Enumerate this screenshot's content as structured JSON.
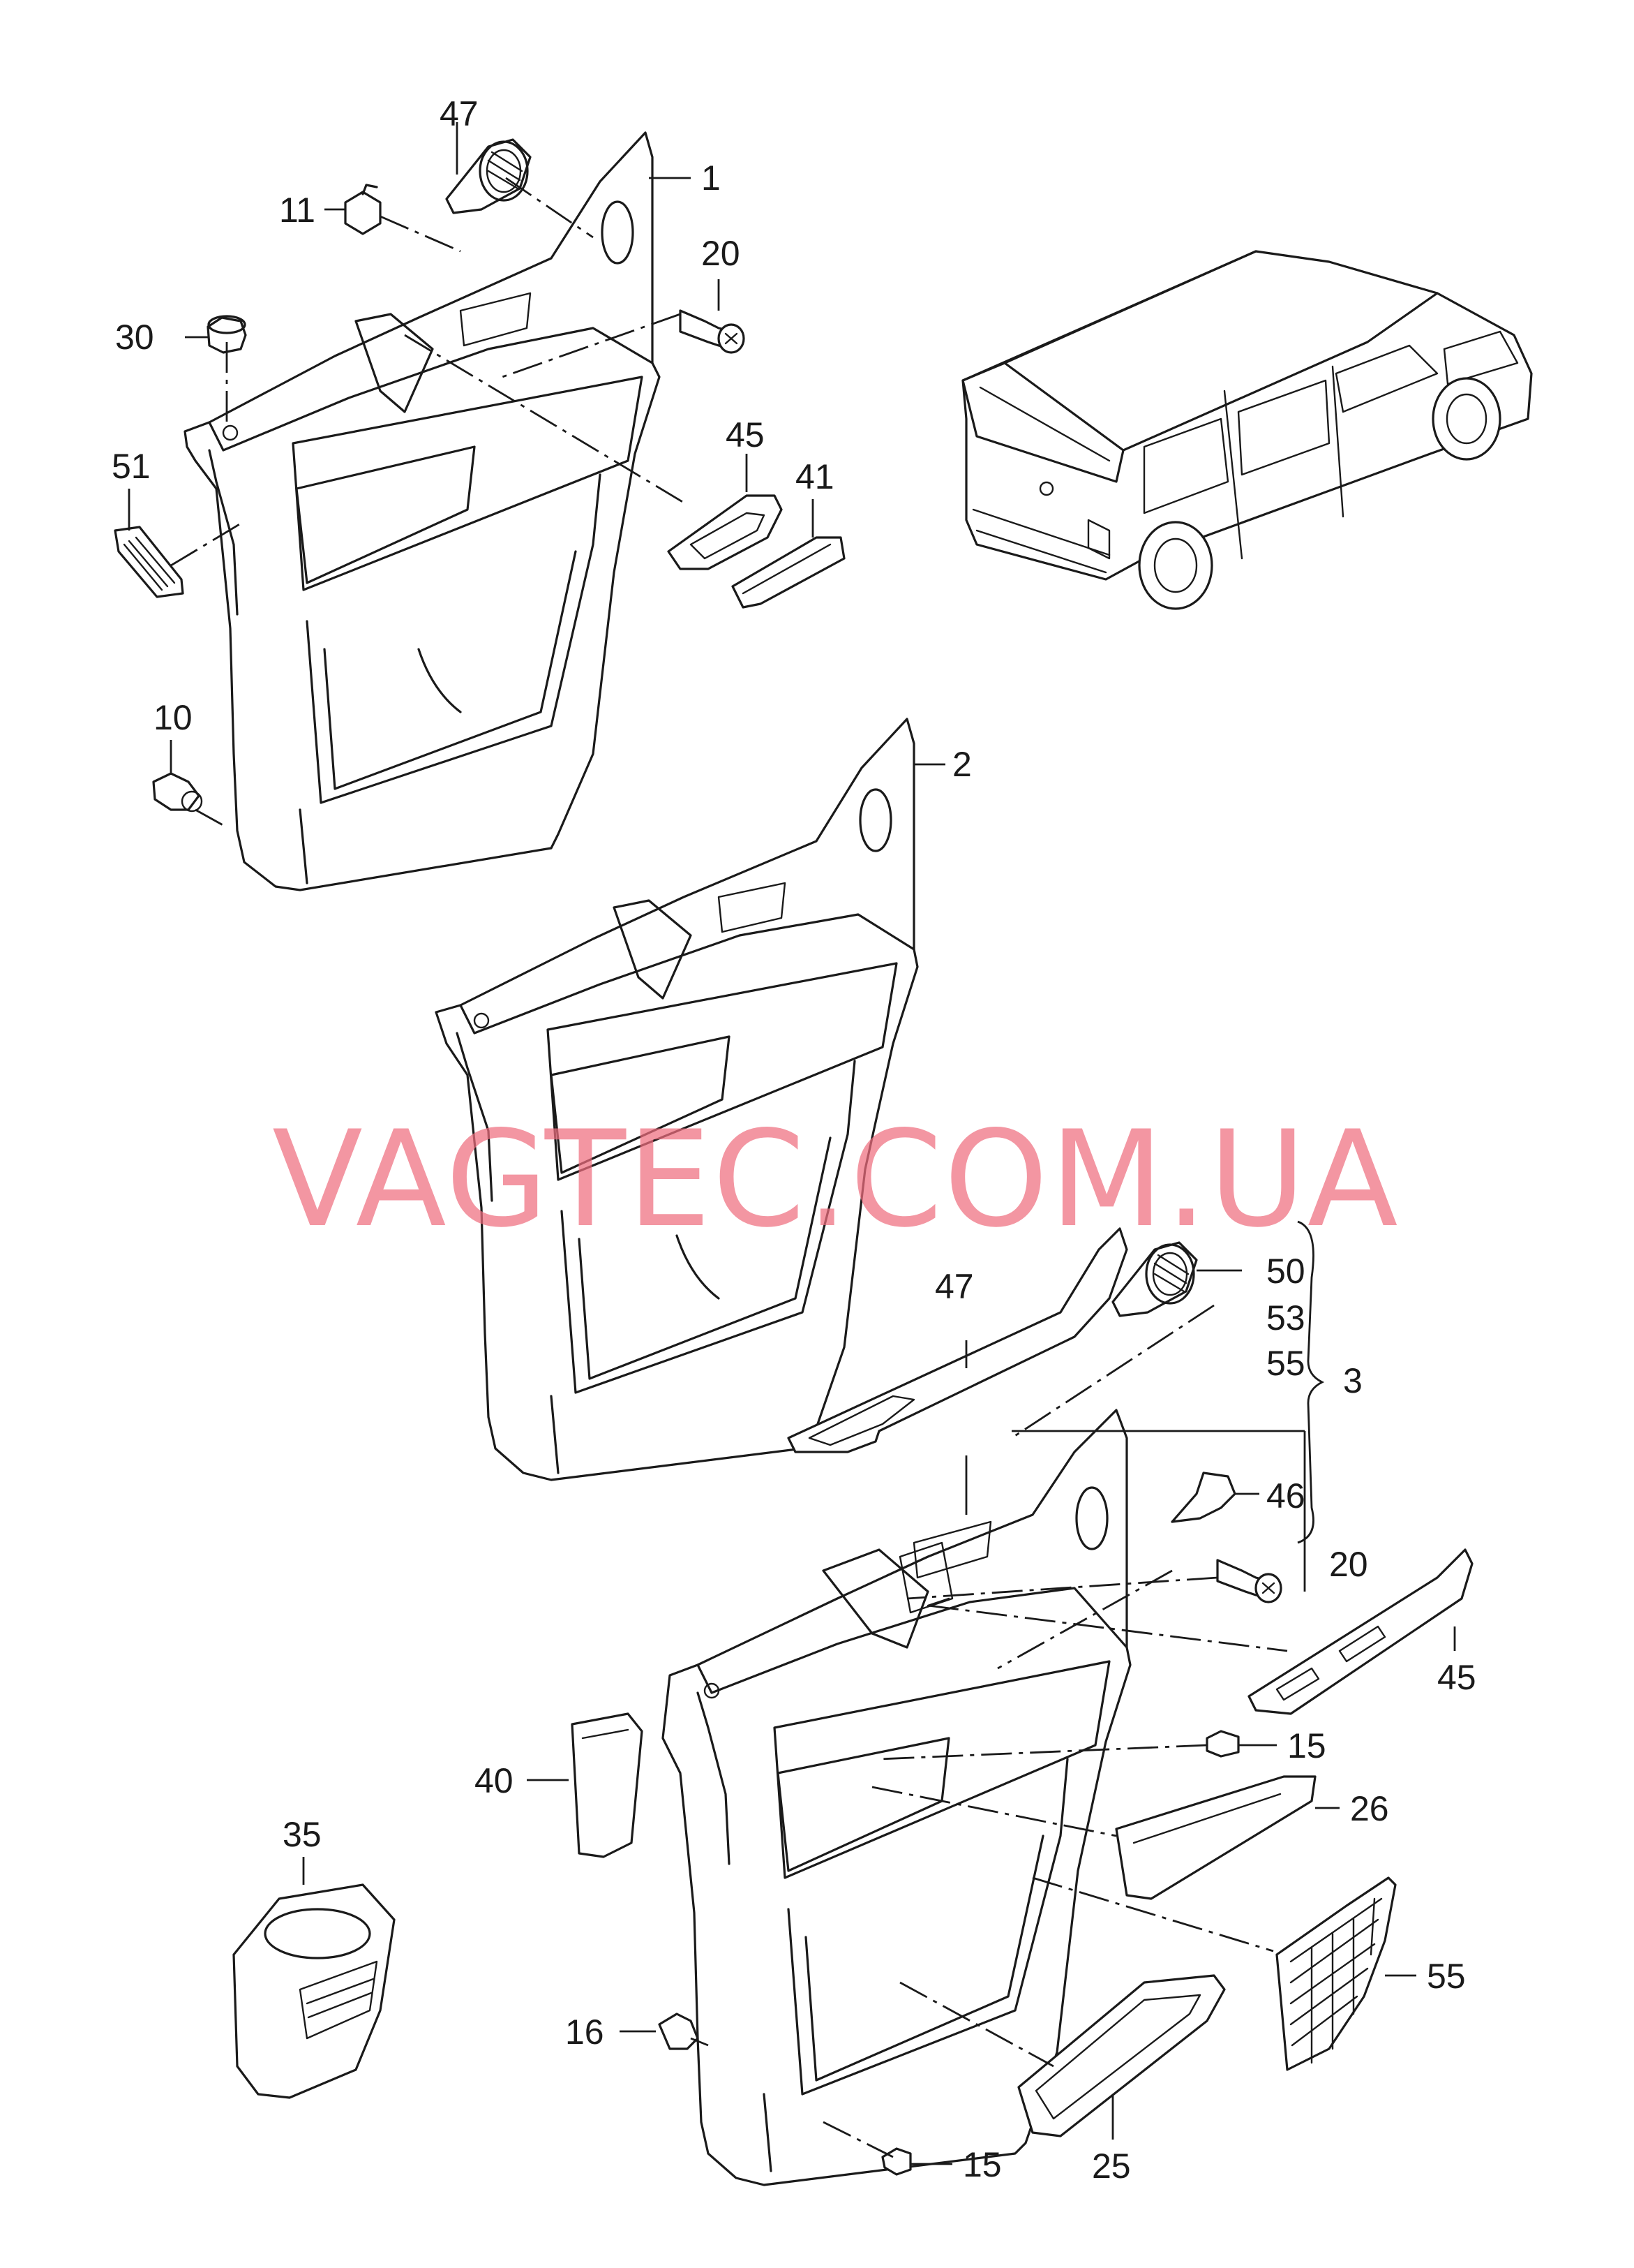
{
  "watermark": "VAGTEC.COM.UA",
  "callouts": [
    {
      "id": "c1",
      "text": "1"
    },
    {
      "id": "c2",
      "text": "2"
    },
    {
      "id": "c3",
      "text": "3"
    },
    {
      "id": "c10",
      "text": "10"
    },
    {
      "id": "c11",
      "text": "11"
    },
    {
      "id": "c15a",
      "text": "15"
    },
    {
      "id": "c15b",
      "text": "15"
    },
    {
      "id": "c16",
      "text": "16"
    },
    {
      "id": "c20a",
      "text": "20"
    },
    {
      "id": "c20b",
      "text": "20"
    },
    {
      "id": "c25",
      "text": "25"
    },
    {
      "id": "c26",
      "text": "26"
    },
    {
      "id": "c30",
      "text": "30"
    },
    {
      "id": "c35",
      "text": "35"
    },
    {
      "id": "c40",
      "text": "40"
    },
    {
      "id": "c41",
      "text": "41"
    },
    {
      "id": "c45a",
      "text": "45"
    },
    {
      "id": "c45b",
      "text": "45"
    },
    {
      "id": "c46",
      "text": "46"
    },
    {
      "id": "c47a",
      "text": "47"
    },
    {
      "id": "c47b",
      "text": "47"
    },
    {
      "id": "c50",
      "text": "50"
    },
    {
      "id": "c51",
      "text": "51"
    },
    {
      "id": "c53",
      "text": "53"
    },
    {
      "id": "c55a",
      "text": "55"
    },
    {
      "id": "c55b",
      "text": "55"
    }
  ]
}
